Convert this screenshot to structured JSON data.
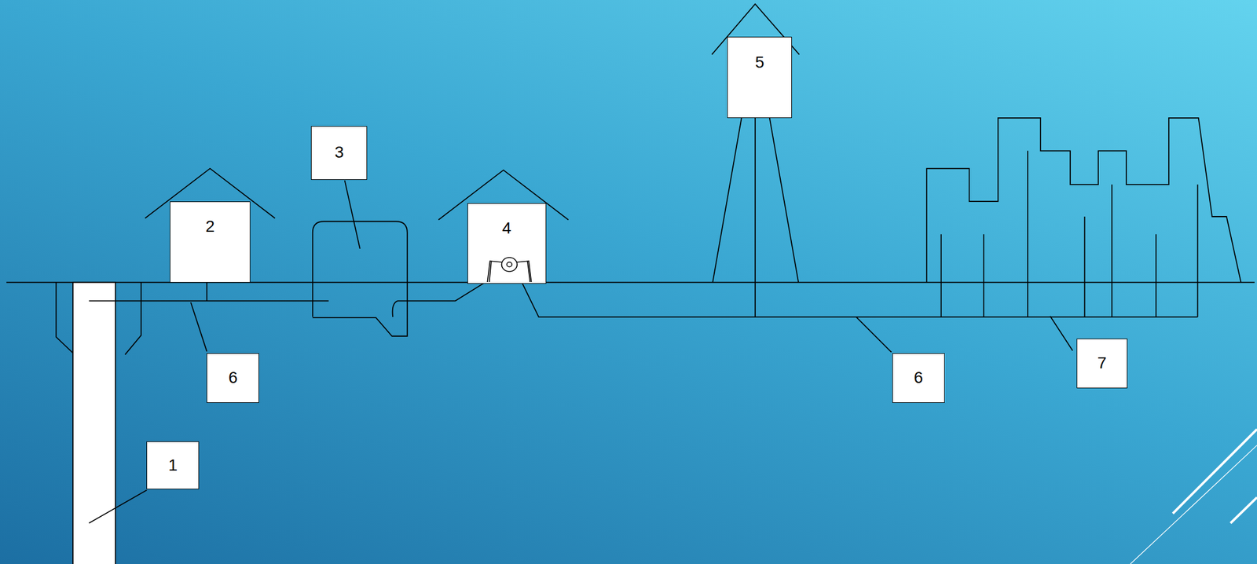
{
  "diagram": {
    "nodes": [
      {
        "text": [
          "1"
        ]
      },
      {
        "text": [
          "2"
        ]
      },
      {
        "text": [
          "3"
        ]
      },
      {
        "text": [
          "4"
        ]
      },
      {
        "text": [
          "5"
        ]
      },
      {
        "text": [
          "6"
        ]
      },
      {
        "text": [
          "6"
        ]
      },
      {
        "text": [
          "7"
        ]
      }
    ]
  }
}
